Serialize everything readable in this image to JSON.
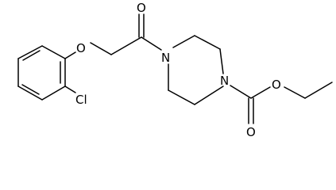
{
  "structure": {
    "atoms": {
      "ether_o": "O",
      "carbonyl_o": "O",
      "piperazine_n1": "N",
      "piperazine_n4": "N",
      "chloro": "Cl",
      "ester_o_single": "O",
      "ester_o_double": "O"
    },
    "colors": {
      "bond": "#000000",
      "label": "#000000",
      "background": "#ffffff"
    }
  }
}
